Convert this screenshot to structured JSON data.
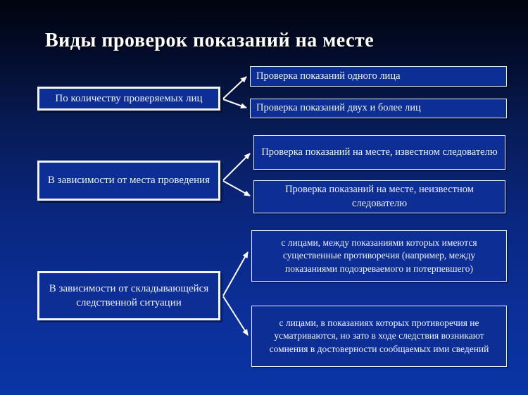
{
  "slide": {
    "title": "Виды проверок показаний на месте"
  },
  "diagram": {
    "groups": [
      {
        "category": "По количеству проверяемых лиц",
        "items": [
          "Проверка показаний одного лица",
          "Проверка показаний двух и более лиц"
        ]
      },
      {
        "category": "В зависимости от места проведения",
        "items": [
          "Проверка показаний на месте, известном следователю",
          "Проверка показаний на месте, неизвестном следователю"
        ]
      },
      {
        "category": "В зависимости от складывающейся следственной ситуации",
        "items": [
          "с лицами, между показаниями которых имеются существенные противоречия (например, между показаниями подозреваемого и потерпевшего)",
          "с лицами, в показаниях которых противоречия не усматриваются, но зато в ходе следствия возникают сомнения в достоверности сообщаемых ими сведений"
        ]
      }
    ]
  },
  "colors": {
    "background_top": "#01040e",
    "background_bottom": "#0a35a6",
    "box_fill": "#0d2f95",
    "box_border": "#f2f5ff",
    "text": "#eef2fc",
    "connector": "#ffffff"
  }
}
